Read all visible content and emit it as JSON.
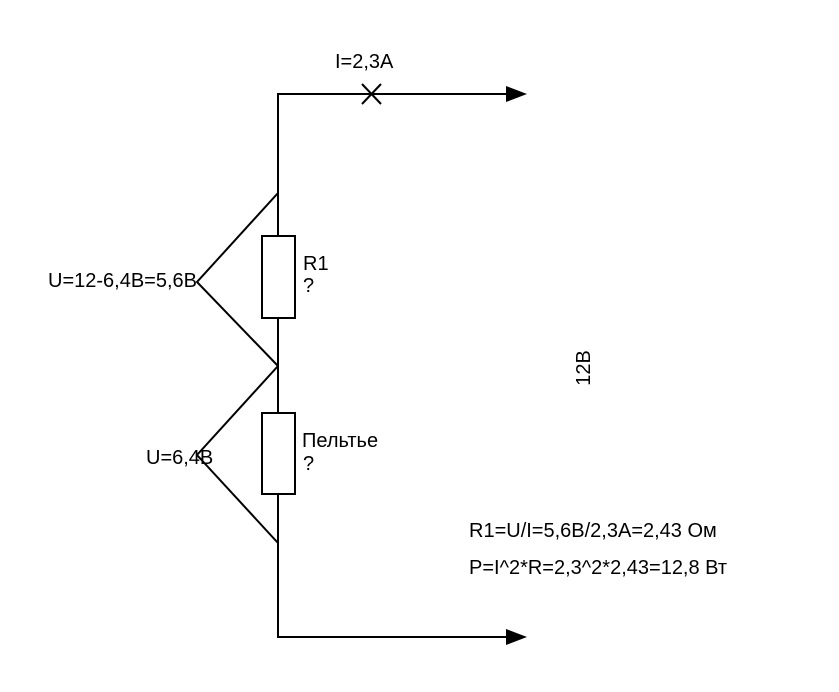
{
  "diagram": {
    "current_label": "I=2,3A",
    "r1_voltage_label": "U=12-6,4B=5,6B",
    "r1_name": "R1",
    "r1_value": "?",
    "peltier_voltage_label": "U=6,4B",
    "peltier_name": "Пельтье",
    "peltier_value": "?",
    "supply_voltage_label": "12B",
    "formula_resistance": "R1=U/I=5,6B/2,3A=2,43 Ом",
    "formula_power": "P=I^2*R=2,3^2*2,43=12,8 Вт"
  }
}
